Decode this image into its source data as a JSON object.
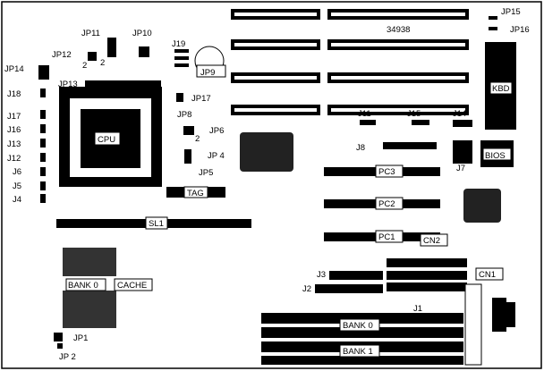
{
  "board_number": "34938",
  "labels": {
    "jp15": "JP15",
    "jp16": "JP16",
    "kbd": "KBD",
    "bios": "BIOS",
    "jp11": "JP11",
    "jp10": "JP10",
    "jp12": "JP12",
    "jp12_pin": "2",
    "jp11_pin": "2",
    "jp19": "J19",
    "jp9": "JP9",
    "jp14": "JP14",
    "jp13": "JP13",
    "jp17": "JP17",
    "jp8": "JP8",
    "j18": "J18",
    "j17": "J17",
    "j16": "J16",
    "j13": "J13",
    "j12": "J12",
    "j6": "J6",
    "j5": "J5",
    "j4": "J4",
    "cpu": "CPU",
    "jp6": "JP6",
    "jp6_pin": "2",
    "jp4": "JP 4",
    "jp5": "JP5",
    "tag": "TAG",
    "j11": "J11",
    "j15": "J15",
    "j14": "J14",
    "j8": "J8",
    "j7": "J7",
    "pc3": "PC3",
    "pc2": "PC2",
    "pc1": "PC1",
    "sl1": "SL1",
    "cn2": "CN2",
    "cn1": "CN1",
    "j3": "J3",
    "j2": "J2",
    "j1": "J1",
    "bank0_cache": "BANK 0",
    "cache": "CACHE",
    "bank0_simm": "BANK 0",
    "bank1_simm": "BANK 1",
    "jp1": "JP1",
    "jp2": "JP 2"
  }
}
